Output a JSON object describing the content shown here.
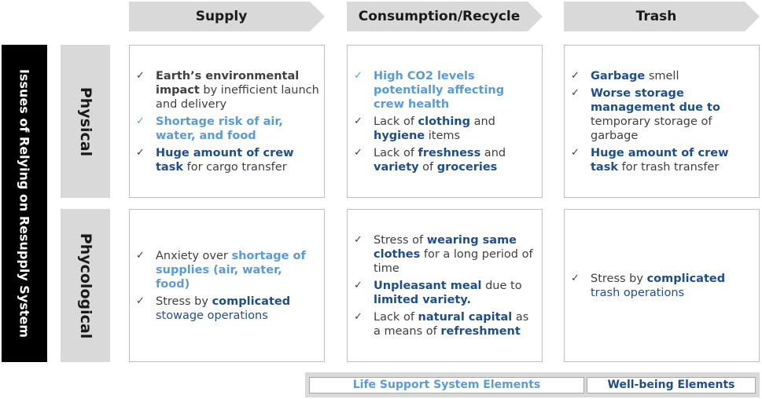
{
  "headers": {
    "supply": "Supply",
    "consumption": "Consumption/Recycle",
    "trash": "Trash"
  },
  "side_title": "Issues of Relying on Resupply System",
  "rows": {
    "physical": "Physical",
    "psychological": "Phycological"
  },
  "check_mark": "✓",
  "cells": {
    "physical_supply": [
      [
        {
          "t": "Earth’s environmental impact",
          "s": "g b"
        },
        {
          "t": " by inefficient launch and delivery",
          "s": "g"
        }
      ],
      [
        {
          "t": "Shortage risk of air, water, and food",
          "s": "lb b"
        }
      ],
      [
        {
          "t": "Huge amount of crew task",
          "s": "db b"
        },
        {
          "t": " for cargo transfer",
          "s": "g"
        }
      ]
    ],
    "physical_consumption": [
      [
        {
          "t": "High CO2 levels potentially affecting crew health",
          "s": "lb b"
        }
      ],
      [
        {
          "t": "Lack of ",
          "s": "g"
        },
        {
          "t": "clothing",
          "s": "db b"
        },
        {
          "t": " and ",
          "s": "g"
        },
        {
          "t": "hygiene",
          "s": "db b"
        },
        {
          "t": " items",
          "s": "g"
        }
      ],
      [
        {
          "t": "Lack of ",
          "s": "g"
        },
        {
          "t": "freshness",
          "s": "db b"
        },
        {
          "t": " and ",
          "s": "g"
        },
        {
          "t": "variety",
          "s": "db b"
        },
        {
          "t": " of ",
          "s": "g"
        },
        {
          "t": "groceries",
          "s": "db b"
        }
      ]
    ],
    "physical_trash": [
      [
        {
          "t": "Garbage",
          "s": "db b"
        },
        {
          "t": " smell",
          "s": "g"
        }
      ],
      [
        {
          "t": "Worse storage management due to",
          "s": "db b"
        },
        {
          "t": " temporary storage of garbage",
          "s": "g"
        }
      ],
      [
        {
          "t": "Huge amount of crew task",
          "s": "db b"
        },
        {
          "t": " for trash transfer",
          "s": "g"
        }
      ]
    ],
    "psych_supply": [
      [
        {
          "t": "Anxiety over ",
          "s": "g"
        },
        {
          "t": "shortage of supplies (air, water, food)",
          "s": "lb b"
        }
      ],
      [
        {
          "t": "Stress by ",
          "s": "g"
        },
        {
          "t": "complicated",
          "s": "db b"
        },
        {
          "t": " stowage operations",
          "s": "db"
        }
      ]
    ],
    "psych_consumption": [
      [
        {
          "t": "Stress of ",
          "s": "g"
        },
        {
          "t": "wearing same clothes",
          "s": "db b"
        },
        {
          "t": " for a long period of time",
          "s": "g"
        }
      ],
      [
        {
          "t": "Unpleasant meal",
          "s": "db b"
        },
        {
          "t": " due to ",
          "s": "g"
        },
        {
          "t": "limited variety.",
          "s": "db b"
        }
      ],
      [
        {
          "t": "Lack of ",
          "s": "g"
        },
        {
          "t": "natural capital",
          "s": "db b"
        },
        {
          "t": " as a means of ",
          "s": "g"
        },
        {
          "t": "refreshment",
          "s": "db b"
        }
      ]
    ],
    "psych_trash": [
      [
        {
          "t": "Stress by ",
          "s": "g"
        },
        {
          "t": "complicated",
          "s": "db b"
        },
        {
          "t": " trash operations",
          "s": "db"
        }
      ]
    ]
  },
  "legend": {
    "lss": "Life Support System Elements",
    "wellbeing": "Well-being Elements"
  },
  "colors": {
    "dark_blue": "#1f4e8c",
    "light_blue": "#5b9bd5",
    "gray_text": "#404040",
    "header_gray": "#d9d9d9"
  }
}
